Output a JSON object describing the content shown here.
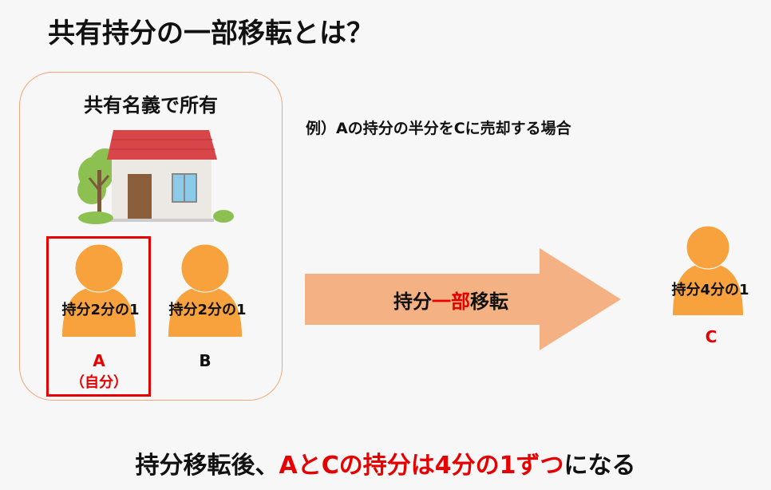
{
  "title": "共有持分の一部移転とは？",
  "owner_box": {
    "heading": "共有名義で所有",
    "person_a": {
      "share": "持分2分の1",
      "name": "A",
      "note": "（自分）"
    },
    "person_b": {
      "share": "持分2分の1",
      "name": "B"
    }
  },
  "example": "例）Aの持分の半分をCに売却する場合",
  "arrow": {
    "part1": "持分",
    "part2": "一部",
    "part3": "移転"
  },
  "person_c": {
    "share": "持分4分の1",
    "name": "C"
  },
  "conclusion": {
    "part1": "持分移転後、",
    "part2": "AとCの持分は4分の1ずつ",
    "part3": "になる"
  },
  "colors": {
    "accent_red": "#e60000",
    "person_orange": "#f8a23e",
    "arrow": "#f4b183",
    "box_border": "#f0a677"
  }
}
